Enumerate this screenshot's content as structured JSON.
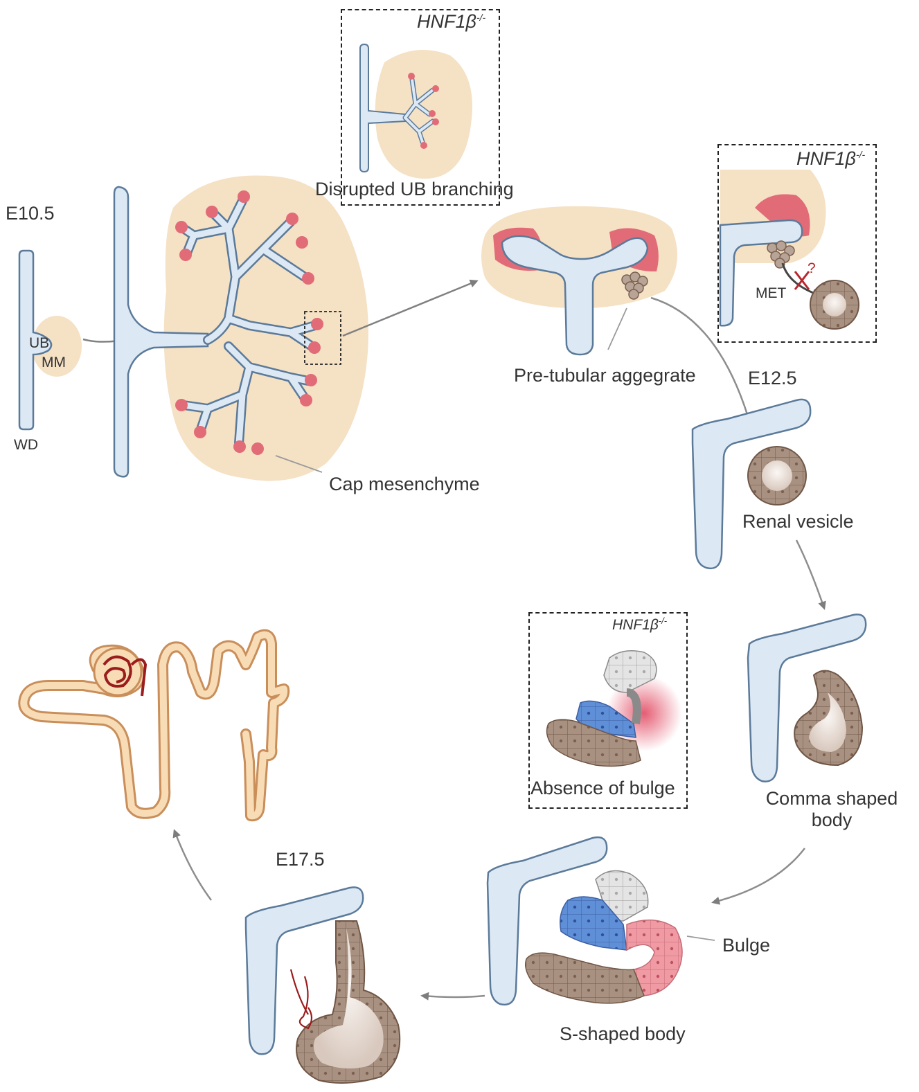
{
  "labels": {
    "stage_e105": "E10.5",
    "stage_e125": "E12.5",
    "stage_e175": "E17.5",
    "ub": "UB",
    "mm": "MM",
    "wd": "WD",
    "cap_mesenchyme": "Cap mesenchyme",
    "pretubular_aggregate": "Pre-tubular aggegrate",
    "renal_vesicle": "Renal vesicle",
    "comma_line1": "Comma shaped",
    "comma_line2": "body",
    "s_shaped_body": "S-shaped body",
    "bulge": "Bulge",
    "met": "MET",
    "question": "?"
  },
  "insets": {
    "branching": {
      "genotype": "HNF1β",
      "superscript": "-/-",
      "caption": "Disrupted UB branching"
    },
    "met": {
      "genotype": "HNF1β",
      "superscript": "-/-"
    },
    "bulge": {
      "genotype": "HNF1β",
      "superscript": "-/-",
      "caption": "Absence of bulge"
    }
  },
  "colors": {
    "ureteric_bud": "#dce9f5",
    "ureteric_bud_outline": "#5b7a9a",
    "mesenchyme": "#f5e1c4",
    "cap": "#e26b78",
    "epithelium": "#a99181",
    "epithelium_light": "#e6e6e6",
    "epithelium_blue": "#5f8fd6",
    "epithelium_pink": "#f09aa4",
    "nephron": "#f7dcb6",
    "nephron_outline": "#c98e5a",
    "glomerulus": "#9b1c1c",
    "arrow": "#808080"
  }
}
